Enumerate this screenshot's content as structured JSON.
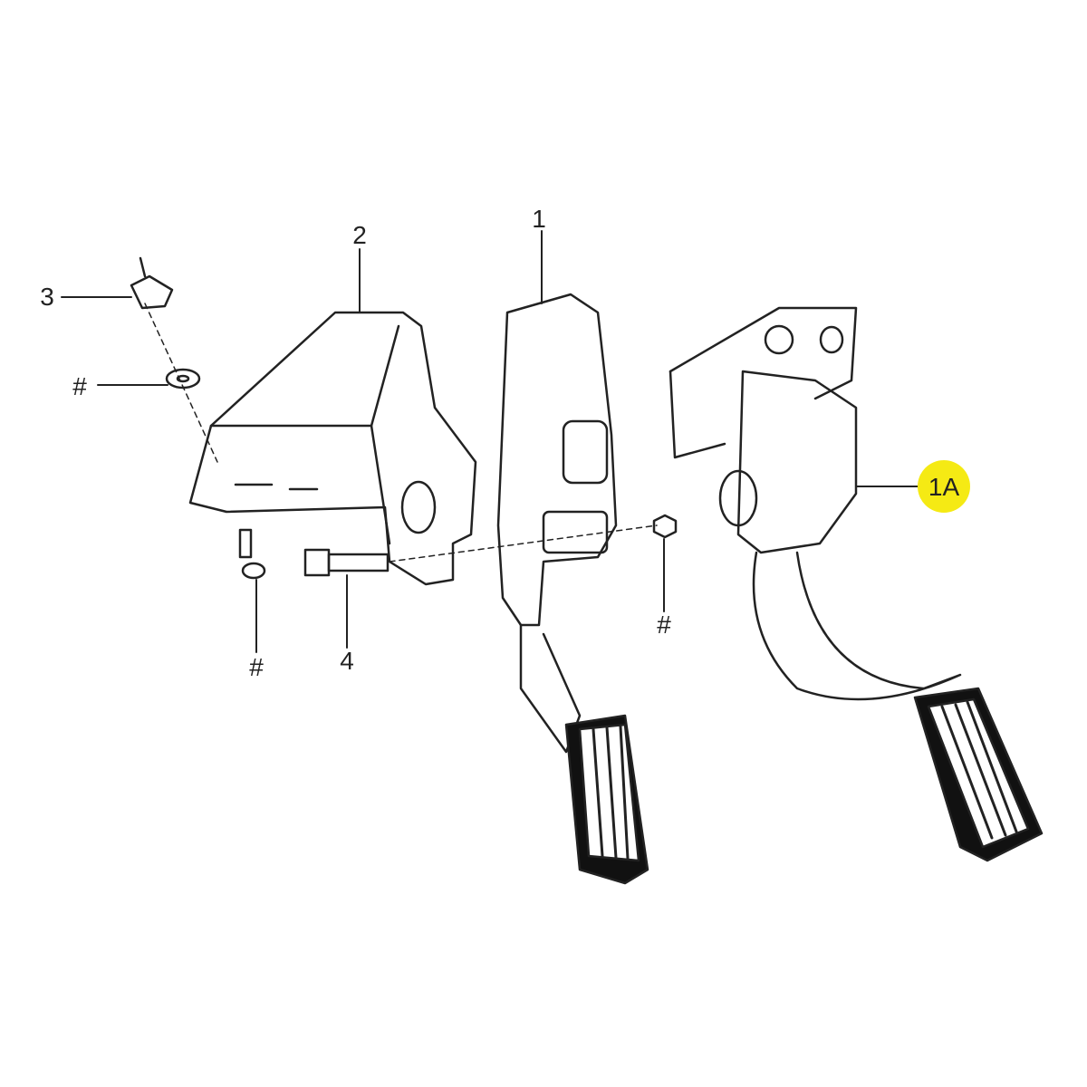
{
  "diagram": {
    "title": "Accelerator pedal assembly exploded view",
    "callouts": [
      {
        "id": "1",
        "label": "1"
      },
      {
        "id": "2",
        "label": "2"
      },
      {
        "id": "3",
        "label": "3"
      },
      {
        "id": "4",
        "label": "4"
      },
      {
        "id": "1A",
        "label": "1A"
      },
      {
        "id": "hash-washer",
        "label": "#"
      },
      {
        "id": "hash-screw",
        "label": "#"
      },
      {
        "id": "hash-nut",
        "label": "#"
      }
    ],
    "colors": {
      "line": "#222222",
      "highlight": "#f5ea14",
      "background": "#ffffff"
    }
  }
}
